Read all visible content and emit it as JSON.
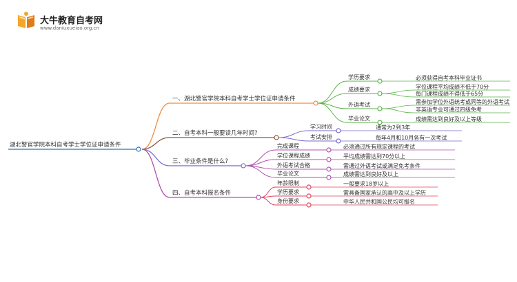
{
  "brand": {
    "name": "大牛教育自考网",
    "url": "www.daniuxueiao.org.cn"
  },
  "colors": {
    "root": "#2f6fb5",
    "branch1": "#f28a3c",
    "branch1_sub": "#59b248",
    "branch2": "#8a5a3c",
    "branch2_sub": "#7b68c9",
    "branch3": "#7b68c9",
    "branch3_sub": "#b04fb0",
    "branch4": "#b04fb0",
    "branch4_sub": "#e0405a"
  },
  "root": "湖北警官学院本科自考学士学位证申请条件",
  "branches": [
    {
      "label": "一、湖北警官学院本科自考学士学位证申请条件",
      "children": [
        {
          "label": "学历要求",
          "leaves": [
            "必须获得自考本科毕业证书"
          ]
        },
        {
          "label": "成绩要求",
          "leaves": [
            "学位课程平均成绩不低于70分",
            "每门课程成绩不得低于65分"
          ]
        },
        {
          "label": "外语考试",
          "leaves": [
            "需参加学位外语统考或同等的外语考试",
            "非英语专业可通过四级免考"
          ]
        },
        {
          "label": "毕业论文",
          "leaves": [
            "成绩需达到良好及以上等级"
          ]
        }
      ]
    },
    {
      "label": "二、自考本科一般要读几年时间?",
      "children": [
        {
          "label": "学习时间",
          "leaves": [
            "通常为2到3年"
          ]
        },
        {
          "label": "考试安排",
          "leaves": [
            "每年4月和10月各有一次考试"
          ]
        }
      ]
    },
    {
      "label": "三、毕业条件是什么?",
      "children": [
        {
          "label": "完成课程",
          "leaves": [
            "必须通过所有规定课程的考试"
          ]
        },
        {
          "label": "学位课程成绩",
          "leaves": [
            "平均成绩需达到70分以上"
          ]
        },
        {
          "label": "外语考试合格",
          "leaves": [
            "需通过外语考试或满足免考条件"
          ]
        },
        {
          "label": "毕业论文",
          "leaves": [
            "成绩需达到良好及以上"
          ]
        }
      ]
    },
    {
      "label": "四、自考本科报名条件",
      "children": [
        {
          "label": "年龄限制",
          "leaves": [
            "一般要求18岁以上"
          ]
        },
        {
          "label": "学历要求",
          "leaves": [
            "需具备国家承认的高中及以上学历"
          ]
        },
        {
          "label": "身份要求",
          "leaves": [
            "中华人民共和国公民均可报名"
          ]
        }
      ]
    }
  ]
}
